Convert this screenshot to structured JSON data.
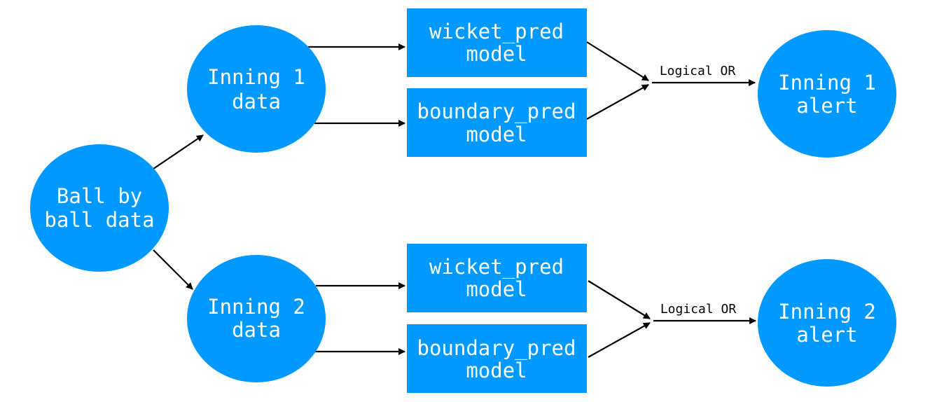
{
  "colors": {
    "node_fill": "#0099ff",
    "text": "#ffffff",
    "edge": "#000000"
  },
  "nodes": {
    "ball_data": [
      "Ball by",
      "ball data"
    ],
    "inning1_data": [
      "Inning 1",
      "data"
    ],
    "inning2_data": [
      "Inning 2",
      "data"
    ],
    "inning1_wicket": [
      "wicket_pred",
      "model"
    ],
    "inning1_boundary": [
      "boundary_pred",
      "model"
    ],
    "inning2_wicket": [
      "wicket_pred",
      "model"
    ],
    "inning2_boundary": [
      "boundary_pred",
      "model"
    ],
    "inning1_alert": [
      "Inning 1",
      "alert"
    ],
    "inning2_alert": [
      "Inning 2",
      "alert"
    ]
  },
  "edge_labels": {
    "inning1_or": "Logical OR",
    "inning2_or": "Logical OR"
  }
}
